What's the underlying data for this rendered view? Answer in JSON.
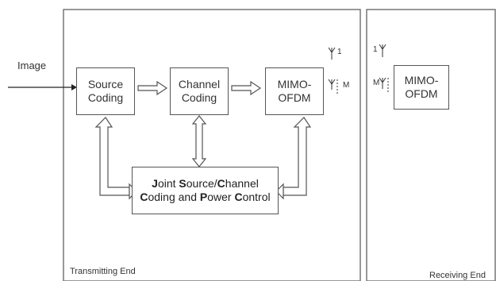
{
  "input_label": "Image",
  "transmitter": {
    "source_coding": [
      "Source",
      "Coding"
    ],
    "channel_coding": [
      "Channel",
      "Coding"
    ],
    "mimo_ofdm": [
      "MIMO-",
      "OFDM"
    ],
    "joint": {
      "line1": [
        [
          "J",
          true
        ],
        [
          "oint ",
          false
        ],
        [
          "S",
          true
        ],
        [
          "ource/",
          false
        ],
        [
          "C",
          true
        ],
        [
          "hannel",
          false
        ]
      ],
      "line2": [
        [
          "C",
          true
        ],
        [
          "oding and ",
          false
        ],
        [
          "P",
          true
        ],
        [
          "ower ",
          false
        ],
        [
          "C",
          true
        ],
        [
          "ontrol",
          false
        ]
      ]
    },
    "antenna_top_label": "1",
    "antenna_bottom_label": "M",
    "footer": "Transmitting End"
  },
  "receiver": {
    "mimo_ofdm": [
      "MIMO-",
      "OFDM"
    ],
    "antenna_top_label": "1",
    "antenna_bottom_label": "M",
    "footer": "Receiving End"
  }
}
